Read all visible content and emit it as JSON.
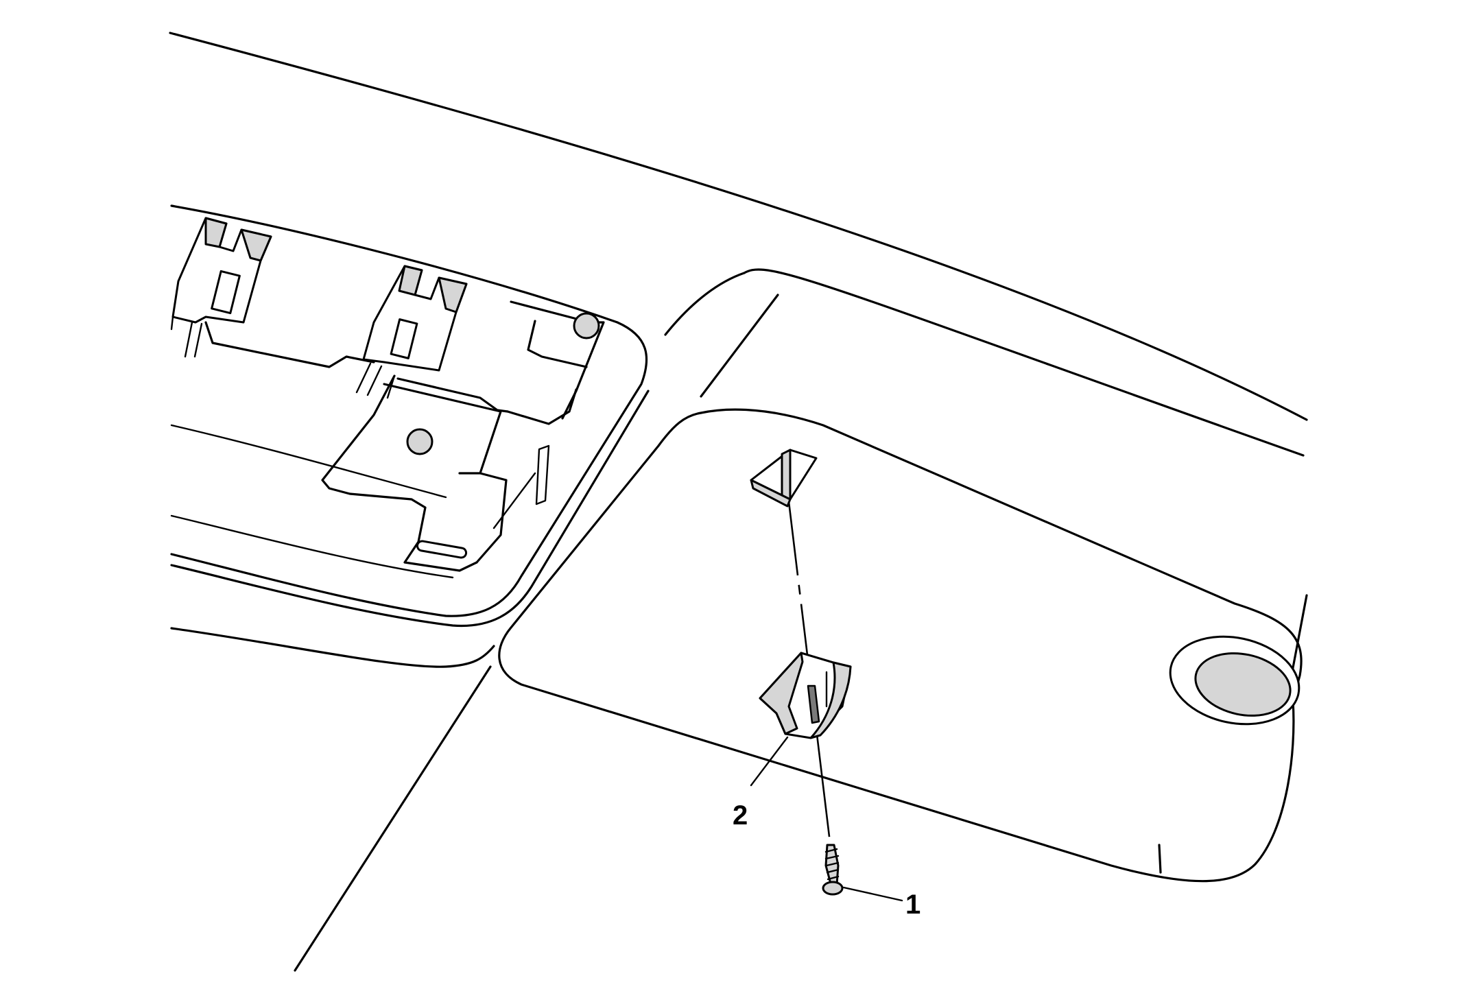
{
  "callouts": [
    {
      "number": "1",
      "part": "screw"
    },
    {
      "number": "2",
      "part": "retainer-clip"
    }
  ]
}
